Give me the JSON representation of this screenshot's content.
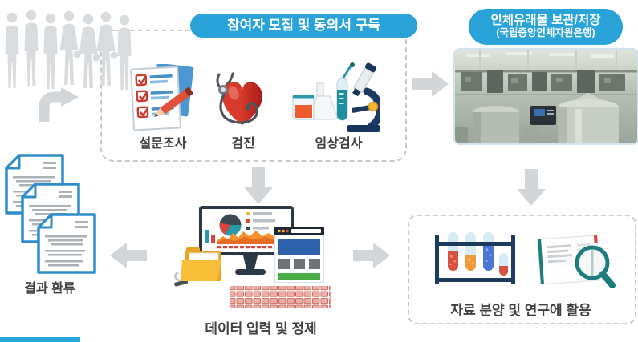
{
  "diagram": {
    "recruitment": {
      "title": "참여자 모집 및 동의서 구득",
      "steps": [
        {
          "label": "설문조사",
          "icon": "survey-checklist-icon"
        },
        {
          "label": "검진",
          "icon": "heart-stethoscope-icon"
        },
        {
          "label": "임상검사",
          "icon": "clinical-lab-icon"
        }
      ]
    },
    "storage": {
      "title": "인체유래물 보관/저장",
      "subtitle": "(국립중앙인체자원은행)",
      "photo": "biobank-storage-facility-photo"
    },
    "feedback": {
      "label": "결과 환류",
      "icon": "documents-stack-icon"
    },
    "data_entry": {
      "label": "데이터 입력 및 정제",
      "icon": "computer-data-entry-icon"
    },
    "utilization": {
      "label": "자료 분양 및 연구에 활용",
      "icons": [
        "test-tube-rack-icon",
        "document-magnifier-icon"
      ]
    }
  },
  "icons": [
    "people-group-icon",
    "turn-right-arrow-icon",
    "right-arrow-icon",
    "down-arrow-icon",
    "left-arrow-icon",
    "survey-checklist-icon",
    "heart-stethoscope-icon",
    "clinical-lab-icon",
    "documents-stack-icon",
    "folder-icon",
    "monitor-icon",
    "browser-window-icon",
    "keyboard-icon",
    "test-tube-rack-icon",
    "document-magnifier-icon"
  ],
  "colors": {
    "accent_blue": "#29a3d8",
    "arrow_gray": "#d3d6d8",
    "dashed_border": "#c7cbcd",
    "label_text": "#3f3f3f",
    "doc_border_blue": "#2f8dcb"
  }
}
